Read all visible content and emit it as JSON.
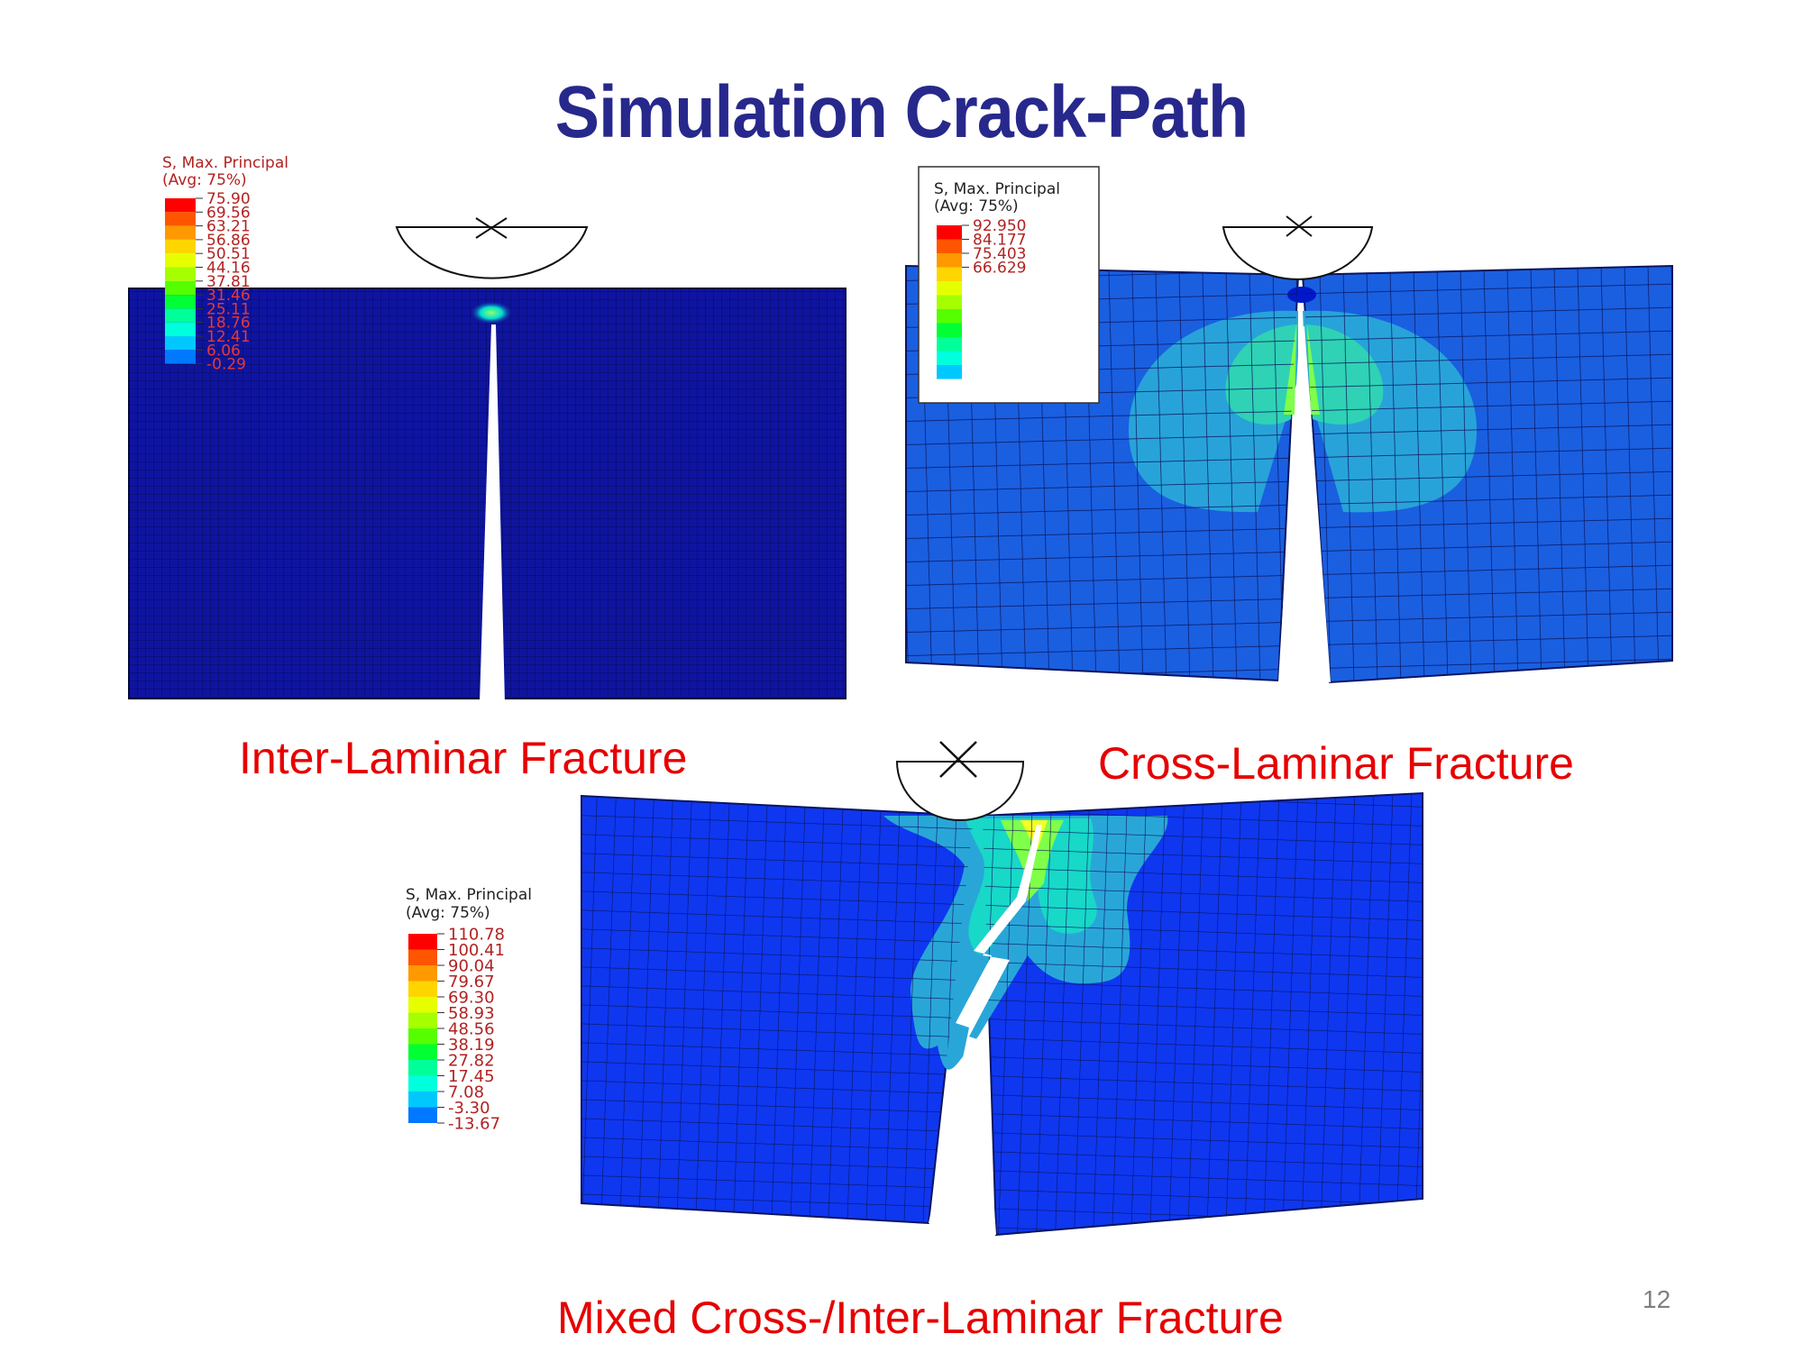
{
  "slide": {
    "title": "Simulation Crack-Path",
    "page_number": "12"
  },
  "panels": {
    "inter": {
      "caption": "Inter-Laminar Fracture",
      "legend_title_1": "S, Max. Principal",
      "legend_title_2": "(Avg: 75%)",
      "legend_values": [
        "75.90",
        "69.56",
        "63.21",
        "56.86",
        "50.51",
        "44.16",
        "37.81",
        "31.46",
        "25.11",
        "18.76",
        "12.41",
        "6.06",
        "-0.29"
      ]
    },
    "cross": {
      "caption": "Cross-Laminar Fracture",
      "legend_title_1": "S, Max. Principal",
      "legend_title_2": "(Avg: 75%)",
      "legend_values": [
        "92.950",
        "84.177",
        "75.403",
        "66.629"
      ]
    },
    "mixed": {
      "caption": "Mixed Cross-/Inter-Laminar Fracture",
      "legend_title_1": "S, Max. Principal",
      "legend_title_2": "(Avg: 75%)",
      "legend_values": [
        "110.78",
        "100.41",
        "90.04",
        "79.67",
        "69.30",
        "58.93",
        "48.56",
        "38.19",
        "27.82",
        "17.45",
        "7.08",
        "-3.30",
        "-13.67"
      ]
    }
  },
  "colors": {
    "title": "#27288c",
    "caption": "#e60000",
    "contour_scale": [
      "#ff0000",
      "#ff5500",
      "#ff9900",
      "#ffd500",
      "#e5ff00",
      "#a5ff00",
      "#55ff00",
      "#00ff33",
      "#00ff99",
      "#00ffdd",
      "#00c8ff",
      "#0078ff",
      "#0028ff"
    ]
  }
}
